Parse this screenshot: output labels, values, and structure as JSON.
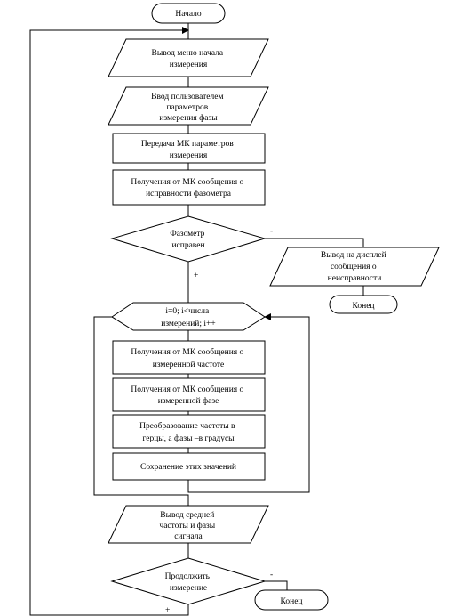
{
  "flowchart": {
    "start": "Начало",
    "menu_output": [
      "Вывод меню начала",
      "измерения"
    ],
    "params_input": [
      "Ввод пользователем",
      "параметров",
      "измерения фазы"
    ],
    "send_params": [
      "Передача МК параметров",
      "измерения"
    ],
    "receive_status": [
      "Получения от МК сообщения о",
      "исправности фазометра"
    ],
    "check_ok": [
      "Фазометр",
      "исправен"
    ],
    "check_ok_no": "-",
    "check_ok_yes": "+",
    "error_output": [
      "Вывод на дисплей",
      "сообщения о",
      "неисправности"
    ],
    "end_error": "Конец",
    "loop": [
      "i=0; i<числа",
      "измерений; i++"
    ],
    "receive_freq": [
      "Получения от МК сообщения о",
      "измеренной частоте"
    ],
    "receive_phase": [
      "Получения от МК сообщения о",
      "измеренной фазе"
    ],
    "convert": [
      "Преобразование частоты в",
      "герцы, а фазы –в градусы"
    ],
    "save": [
      "Сохранение этих значений"
    ],
    "avg_output": [
      "Вывод средней",
      "частоты и фазы",
      "сигнала"
    ],
    "continue_check": [
      "Продолжить",
      "измерение"
    ],
    "continue_no": "-",
    "continue_yes": "+",
    "end_final": "Конец"
  }
}
